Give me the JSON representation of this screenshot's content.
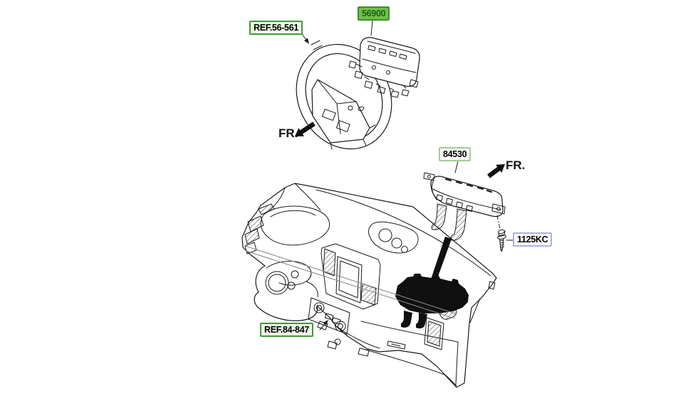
{
  "diagram": {
    "part_labels": [
      {
        "id": "ref-56-561",
        "text": "REF.56-561",
        "kind": "reference"
      },
      {
        "id": "56900",
        "text": "56900",
        "kind": "selected-part"
      },
      {
        "id": "84530",
        "text": "84530",
        "kind": "part"
      },
      {
        "id": "1125kc",
        "text": "1125KC",
        "kind": "fastener"
      },
      {
        "id": "ref-84-847",
        "text": "REF.84-847",
        "kind": "reference"
      }
    ],
    "direction_indicators": [
      {
        "text": "FR.",
        "location": "near-steering-wheel",
        "arrow": "southwest"
      },
      {
        "text": "FR.",
        "location": "near-passenger-airbag",
        "arrow": "northeast"
      }
    ],
    "colors": {
      "selected_label_bg": "#6fbf49",
      "selected_label_border": "#3f8f2b",
      "selected_label_text": "#235c13",
      "reference_label_border": "#3f9b38",
      "reference_label_bg": "#eef7e8",
      "part_label_border": "#a5cc96",
      "fastener_label_border": "#aab2e6",
      "line_art": "#1a1a1a"
    }
  }
}
